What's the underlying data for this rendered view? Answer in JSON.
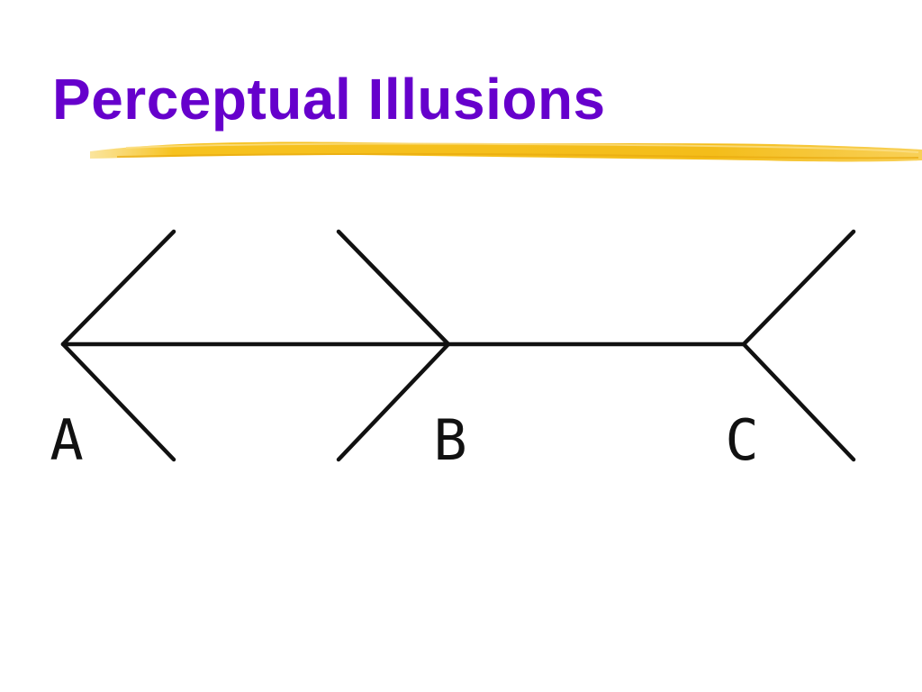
{
  "slide": {
    "title": "Perceptual Illusions",
    "title_color": "#6600cc",
    "underline_color": "#f6c21f"
  },
  "figure": {
    "name": "Müller-Lyer illusion",
    "line_color": "#111111",
    "points": [
      {
        "label": "A"
      },
      {
        "label": "B"
      },
      {
        "label": "C"
      }
    ]
  }
}
